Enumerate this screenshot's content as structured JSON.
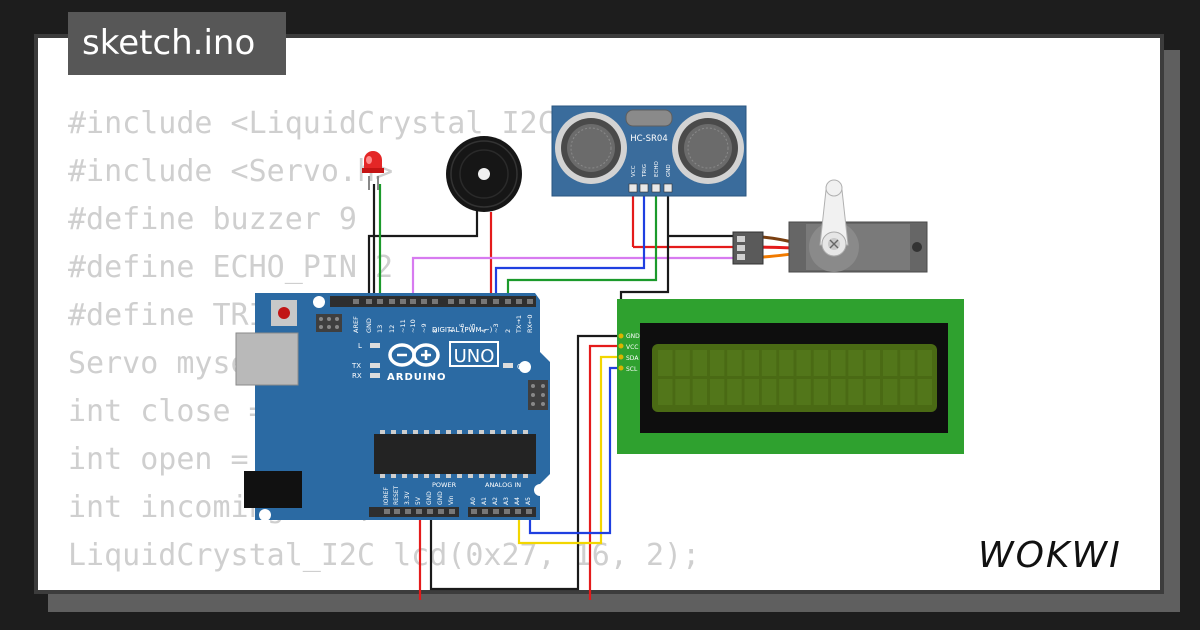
{
  "project": {
    "filename": "sketch.ino"
  },
  "code_lines": [
    "#include <LiquidCrystal_I2C.h>",
    "#include <Servo.h>",
    "#define buzzer 9",
    "#define ECHO_PIN 2",
    "#define TRIG_PIN 3",
    "Servo myservo;",
    "int close = 0;",
    "int open = 90;",
    "int incoming = 0;",
    "LiquidCrystal_I2C lcd(0x27, 16, 2);"
  ],
  "brand": {
    "name": "WOKWI"
  },
  "components": {
    "ultrasonic": {
      "model": "HC-SR04",
      "pins": [
        "VCC",
        "TRIG",
        "ECHO",
        "GND"
      ]
    },
    "arduino": {
      "logo": "ARDUINO",
      "model": "UNO",
      "digital_header": "DIGITAL (PWM ~)",
      "digital_pins": [
        "AREF",
        "GND",
        "13",
        "12",
        "~11",
        "~10",
        "~9",
        "8",
        "7",
        "~6",
        "~5",
        "4",
        "~3",
        "2",
        "TX→1",
        "RX←0"
      ],
      "power_header": "POWER",
      "power_pins": [
        "IOREF",
        "RESET",
        "3.3V",
        "5V",
        "GND",
        "GND",
        "Vin"
      ],
      "analog_header": "ANALOG IN",
      "analog_pins": [
        "A0",
        "A1",
        "A2",
        "A3",
        "A4",
        "A5"
      ],
      "labels": {
        "l": "L",
        "tx": "TX",
        "rx": "RX",
        "on": "ON"
      }
    },
    "lcd": {
      "pins": [
        "GND",
        "VCC",
        "SDA",
        "SCL"
      ]
    }
  },
  "colors": {
    "board": "#2b6aa3",
    "lcd_green": "#2fa12f",
    "lcd_screen": "#4a6a14",
    "wire_red": "#e41b1b",
    "wire_black": "#1a1a1a",
    "wire_green": "#1b9a2b",
    "wire_blue": "#1f3fe0",
    "wire_pink": "#d77bf0",
    "wire_yellow": "#f2d600"
  }
}
